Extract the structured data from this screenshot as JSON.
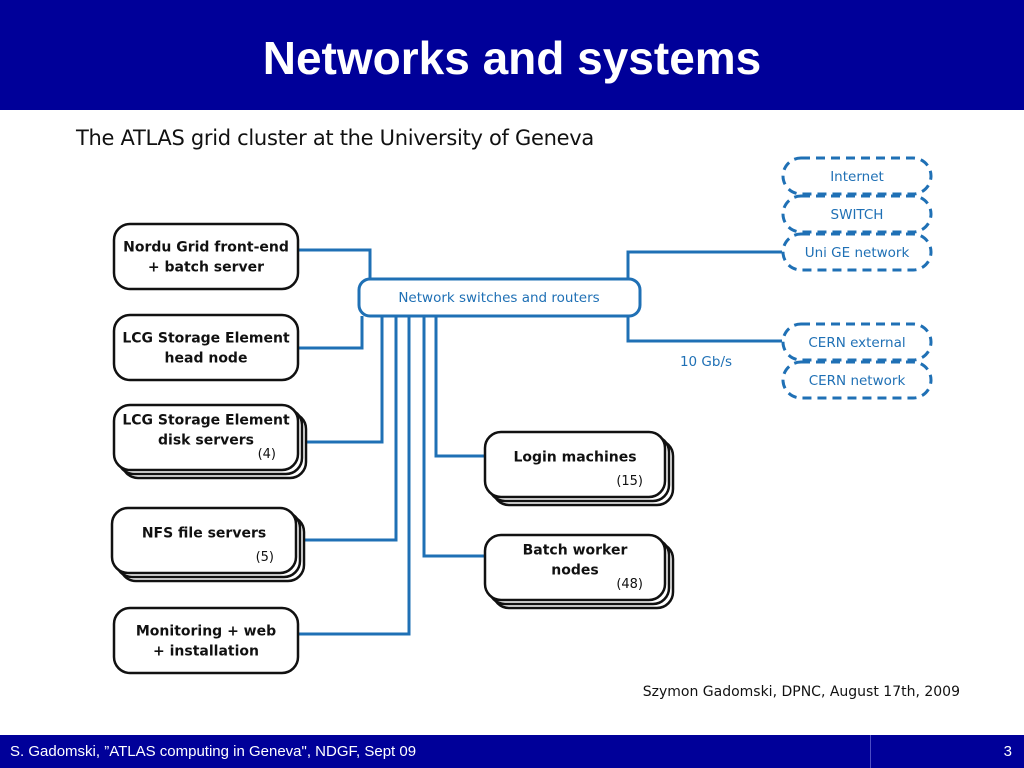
{
  "slide": {
    "title": "Networks and systems",
    "subtitle": "The ATLAS grid cluster  at the University of Geneva",
    "credit": "Szymon Gadomski, DPNC, August 17th, 2009"
  },
  "footer": {
    "text": "S. Gadomski, ”ATLAS computing in Geneva\", NDGF, Sept 09",
    "page": "3"
  },
  "diagram": {
    "hub_label": "Network switches and routers",
    "link_speed": "10 Gb/s",
    "left_nodes": [
      {
        "lines": [
          "Nordu Grid front-end",
          "+ batch server"
        ],
        "count": ""
      },
      {
        "lines": [
          "LCG Storage Element",
          "head node"
        ],
        "count": ""
      },
      {
        "lines": [
          "LCG Storage Element",
          "disk servers"
        ],
        "count": "(4)"
      },
      {
        "lines": [
          "NFS file servers"
        ],
        "count": "(5)"
      },
      {
        "lines": [
          "Monitoring + web",
          "+ installation"
        ],
        "count": ""
      }
    ],
    "right_nodes": [
      {
        "lines": [
          "Login machines"
        ],
        "count": "(15)"
      },
      {
        "lines": [
          "Batch worker",
          "nodes"
        ],
        "count": "(48)"
      }
    ],
    "external_upper": [
      "Internet",
      "SWITCH",
      "Uni GE network"
    ],
    "external_lower": [
      "CERN external",
      "CERN network"
    ],
    "colors": {
      "accent": "#1f70b5",
      "header": "#000099"
    }
  }
}
